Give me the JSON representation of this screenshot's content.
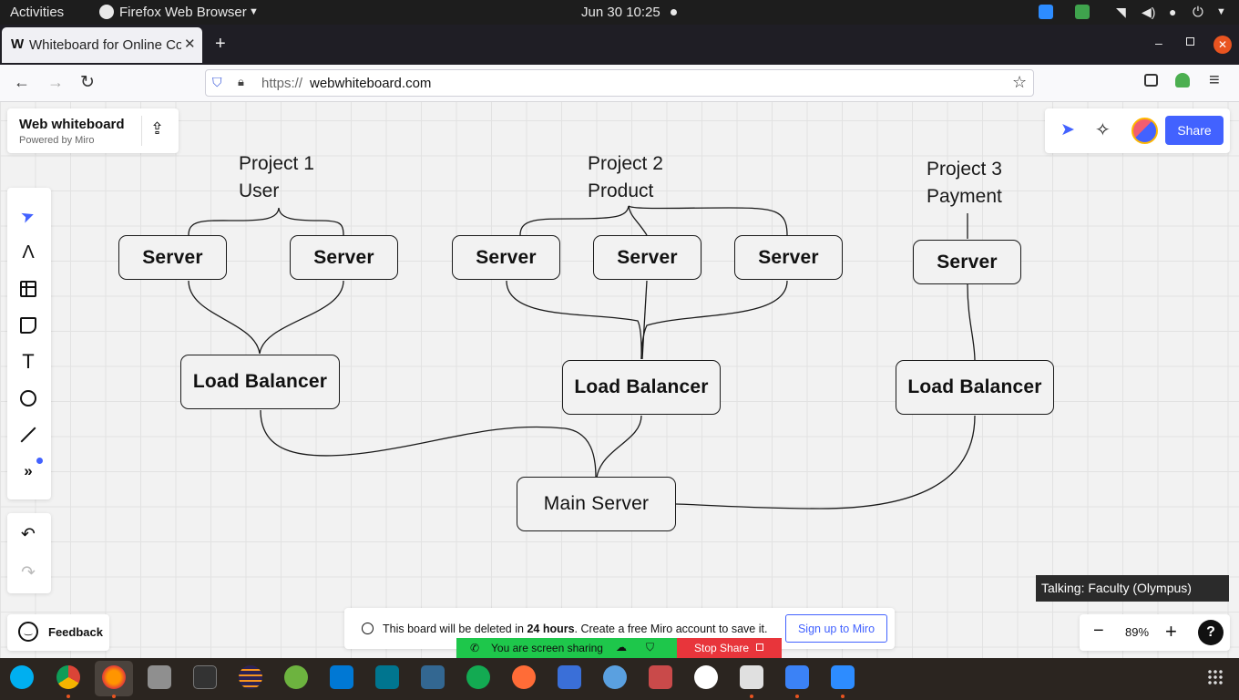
{
  "topbar": {
    "activities": "Activities",
    "app": "Firefox Web Browser",
    "datetime": "Jun 30  10:25"
  },
  "browser": {
    "tab_title": "Whiteboard for Online Co",
    "url_scheme": "https://",
    "url_host": "webwhiteboard.com"
  },
  "header": {
    "title": "Web whiteboard",
    "subtitle": "Powered by Miro",
    "share": "Share"
  },
  "board": {
    "labels": [
      {
        "l1": "Project 1",
        "l2": "User"
      },
      {
        "l1": "Project 2",
        "l2": "Product"
      },
      {
        "l1": "Project 3",
        "l2": "Payment"
      }
    ],
    "server": "Server",
    "lb": "Load Balancer",
    "main": "Main Server"
  },
  "feedback": "Feedback",
  "notice": {
    "pre": "This board will be deleted in ",
    "bold": "24 hours",
    "post": ". Create a free Miro account to save it.",
    "signup": "Sign up to Miro"
  },
  "sharing": {
    "status": "You are screen sharing",
    "stop": "Stop Share"
  },
  "talking": "Talking: Faculty (Olympus)",
  "zoom": {
    "level": "89%",
    "minus": "−",
    "plus": "+",
    "help": "?"
  },
  "colors": {
    "accent": "#4262ff",
    "share_green": "#1ec74b",
    "stop_red": "#e8353b"
  }
}
